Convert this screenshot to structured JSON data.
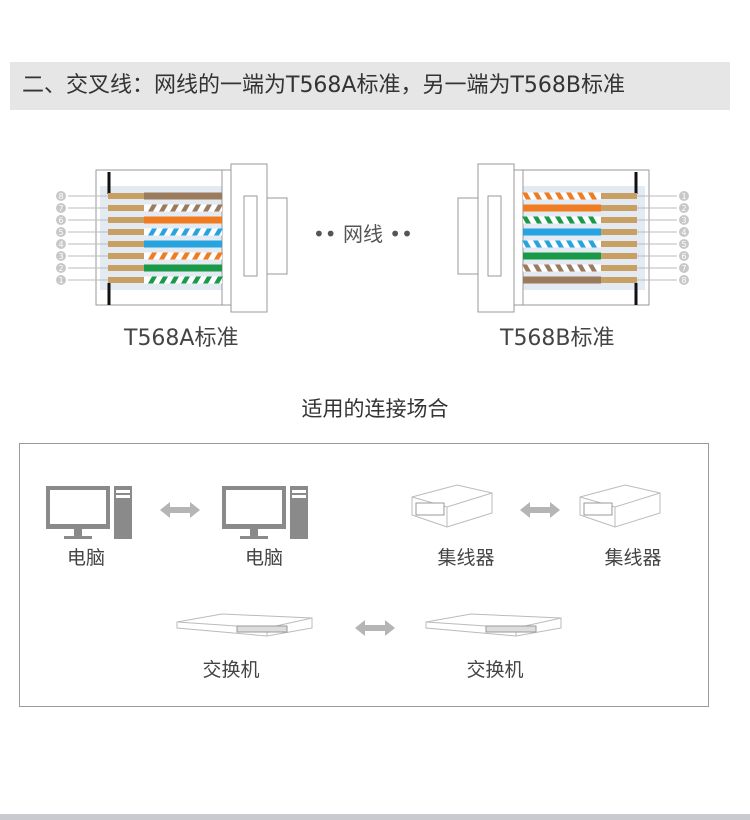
{
  "header": {
    "title": "二、交叉线：网线的一端为T568A标准，另一端为T568B标准"
  },
  "diagram": {
    "left": {
      "caption": "T568A标准",
      "pins": [
        "8",
        "7",
        "6",
        "5",
        "4",
        "3",
        "2",
        "1"
      ],
      "wires": [
        {
          "color": "#9b7b5b",
          "striped": false
        },
        {
          "color": "#9b7b5b",
          "striped": true
        },
        {
          "color": "#f07c22",
          "striped": false
        },
        {
          "color": "#27a4e0",
          "striped": true
        },
        {
          "color": "#27a4e0",
          "striped": false
        },
        {
          "color": "#f07c22",
          "striped": true
        },
        {
          "color": "#1a9a48",
          "striped": false
        },
        {
          "color": "#1a9a48",
          "striped": true
        }
      ]
    },
    "cable_label": "网线",
    "right": {
      "caption": "T568B标准",
      "pins": [
        "1",
        "2",
        "3",
        "4",
        "5",
        "6",
        "7",
        "8"
      ],
      "wires": [
        {
          "color": "#f07c22",
          "striped": true
        },
        {
          "color": "#f07c22",
          "striped": false
        },
        {
          "color": "#1a9a48",
          "striped": true
        },
        {
          "color": "#27a4e0",
          "striped": false
        },
        {
          "color": "#27a4e0",
          "striped": true
        },
        {
          "color": "#1a9a48",
          "striped": false
        },
        {
          "color": "#9b7b5b",
          "striped": true
        },
        {
          "color": "#9b7b5b",
          "striped": false
        }
      ]
    }
  },
  "usage": {
    "title": "适用的连接场合",
    "pairs": [
      {
        "a": "电脑",
        "b": "电脑"
      },
      {
        "a": "集线器",
        "b": "集线器"
      },
      {
        "a": "交换机",
        "b": "交换机"
      }
    ]
  }
}
